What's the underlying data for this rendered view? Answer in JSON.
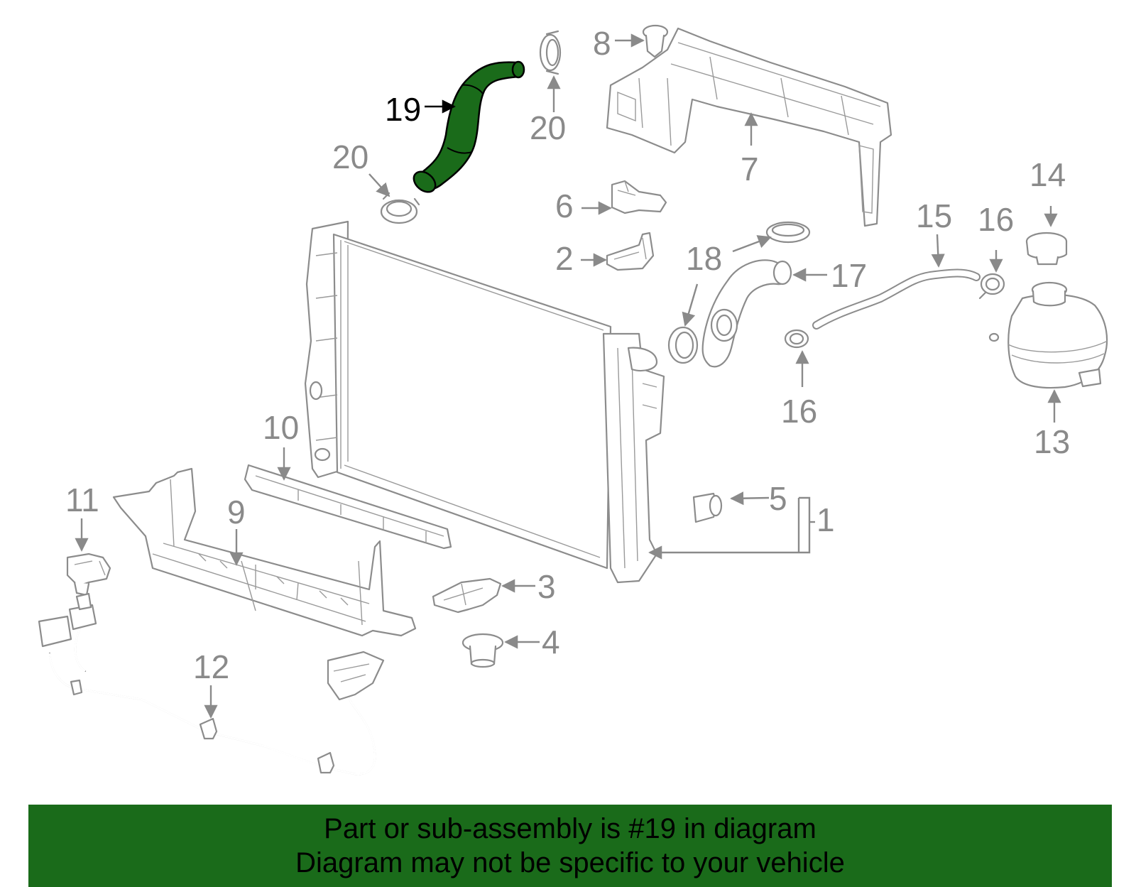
{
  "colors": {
    "highlight_part": "#1a6b1a",
    "banner_background": "#1a6b1a",
    "line_art": "#8c8c8c",
    "highlight_label": "#000000"
  },
  "callouts": {
    "c1": "1",
    "c2": "2",
    "c3": "3",
    "c4": "4",
    "c5": "5",
    "c6": "6",
    "c7": "7",
    "c8": "8",
    "c9": "9",
    "c10": "10",
    "c11": "11",
    "c12": "12",
    "c13": "13",
    "c14": "14",
    "c15": "15",
    "c16a": "16",
    "c16b": "16",
    "c17": "17",
    "c18": "18",
    "c19": "19",
    "c20a": "20",
    "c20b": "20"
  },
  "highlighted_part": "19",
  "banner": {
    "line1": "Part or sub-assembly is #19 in diagram",
    "line2": "Diagram may not be specific to your vehicle"
  }
}
